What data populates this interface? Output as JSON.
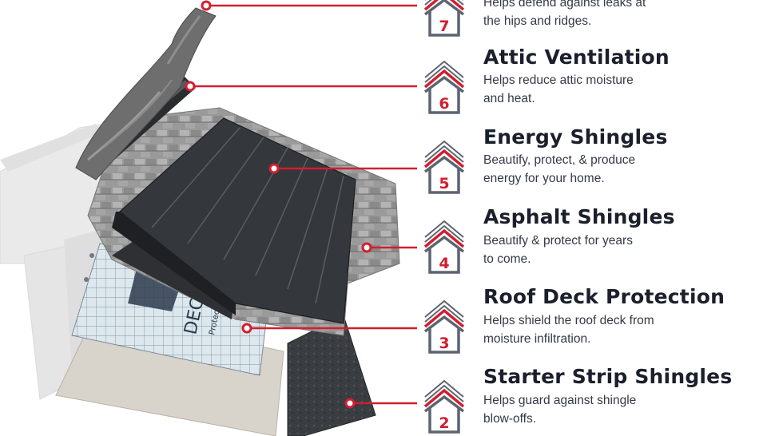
{
  "colors": {
    "accent": "#d11f2f",
    "icon_gray": "#5c6470",
    "text_dark": "#1a1f2b",
    "text_body": "#333a45"
  },
  "layers": [
    {
      "number": "7",
      "title": "",
      "desc_lines": [
        "Helps defend against leaks at",
        "the hips and ridges."
      ],
      "icon": "house-icon"
    },
    {
      "number": "6",
      "title": "Attic Ventilation",
      "desc_lines": [
        "Helps reduce attic moisture",
        "and heat."
      ],
      "icon": "house-icon"
    },
    {
      "number": "5",
      "title": "Energy Shingles",
      "desc_lines": [
        "Beautify, protect, & produce",
        "energy for your home."
      ],
      "icon": "house-icon"
    },
    {
      "number": "4",
      "title": "Asphalt Shingles",
      "desc_lines": [
        "Beautify & protect for years",
        "to come."
      ],
      "icon": "house-icon"
    },
    {
      "number": "3",
      "title": "Roof Deck Protection",
      "desc_lines": [
        "Helps shield the roof deck from",
        "moisture infiltration."
      ],
      "icon": "house-icon"
    },
    {
      "number": "2",
      "title": "Starter Strip Shingles",
      "desc_lines": [
        "Helps guard against shingle",
        "blow-offs."
      ],
      "icon": "house-icon"
    }
  ],
  "illustration": {
    "underlayment_print": "DECK",
    "underlayment_subprint": "Protect"
  }
}
